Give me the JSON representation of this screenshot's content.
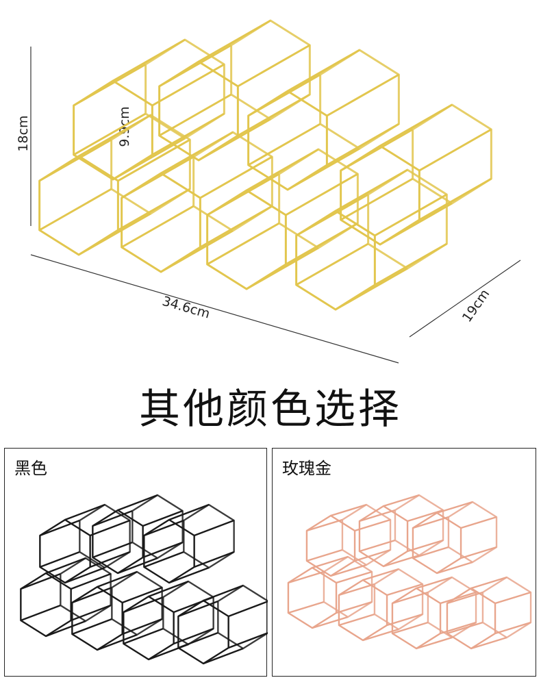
{
  "dimensions": {
    "height": "18cm",
    "inner_height": "9.9cm",
    "length": "34.6cm",
    "depth": "19cm"
  },
  "section_title": "其他颜色选择",
  "variants": [
    {
      "label": "黑色",
      "color": "#1a1a1a"
    },
    {
      "label": "玫瑰金",
      "color": "#e8a58c"
    }
  ],
  "colors": {
    "gold": "#e2c64e",
    "dimension_line": "#333333",
    "panel_border": "#222222"
  }
}
